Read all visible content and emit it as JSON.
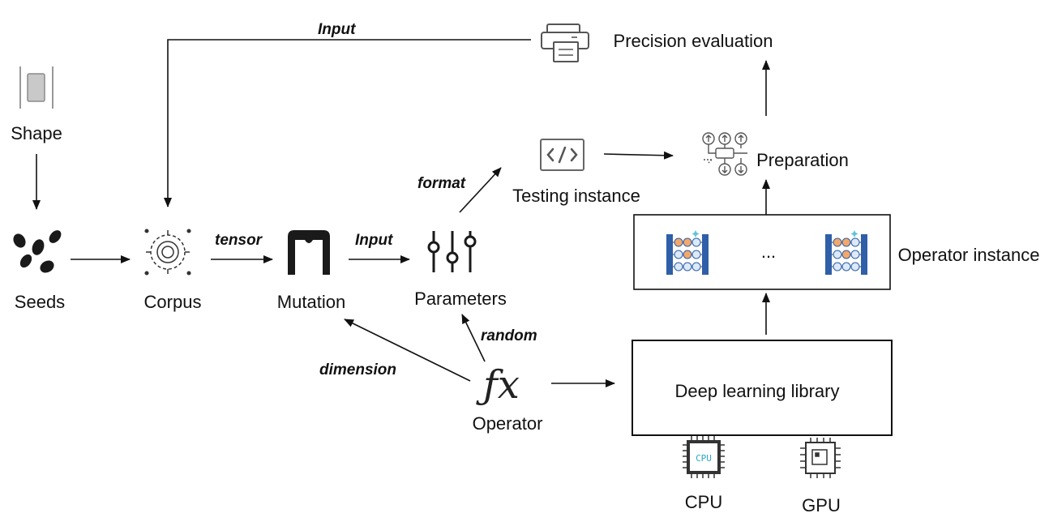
{
  "nodes": {
    "shape": "Shape",
    "seeds": "Seeds",
    "corpus": "Corpus",
    "mutation": "Mutation",
    "parameters": "Parameters",
    "operator": "Operator",
    "testing_instance": "Testing instance",
    "preparation": "Preparation",
    "precision_evaluation": "Precision evaluation",
    "operator_instance": "Operator instance",
    "deep_learning_library": "Deep learning library",
    "cpu": "CPU",
    "gpu": "GPU",
    "ellipsis": "..."
  },
  "edges": {
    "input_top": "Input",
    "tensor": "tensor",
    "input_mid": "Input",
    "format": "format",
    "random": "random",
    "dimension": "dimension"
  },
  "icons": {
    "fx_glyph": "ƒx",
    "cpu_chip_text": "CPU"
  },
  "colors": {
    "abacus_blue": "#2f5fa8",
    "abacus_bead_orange": "#f3a86b",
    "abacus_bead_light": "#dbe9f8",
    "cpu_teal": "#2aa8c4",
    "icon_gray": "#666666"
  }
}
